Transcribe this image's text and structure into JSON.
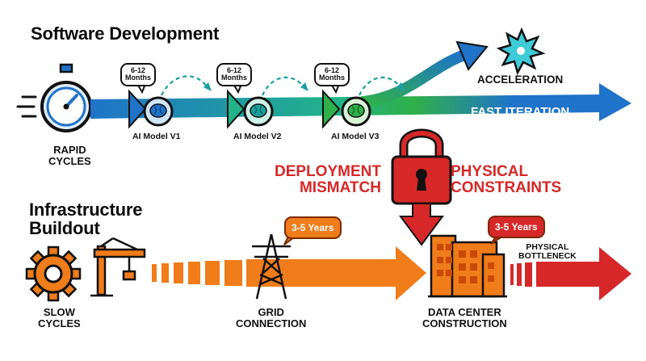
{
  "title_software": "Software Development",
  "title_infra": "Infrastructure\nBuildout",
  "rapid_cycles": "RAPID\nCYCLES",
  "slow_cycles": "SLOW\nCYCLES",
  "months_label": "6-12\nMonths",
  "models": [
    "AI Model V1",
    "AI Model V2",
    "AI Model V3"
  ],
  "acceleration": "ACCELERATION",
  "fast_iteration": "FAST ITERATION",
  "deployment_mismatch": "DEPLOYMENT\nMISMATCH",
  "physical_constraints": "PHYSICAL\nCONSTRAINTS",
  "years_label": "3-5 Years",
  "grid_connection": "GRID\nCONNECTION",
  "data_center": "DATA CENTER\nCONSTRUCTION",
  "physical_bottleneck": "PHYSICAL\nBOTTLENECK",
  "colors": {
    "blue": "#1f73c9",
    "teal": "#22b38a",
    "green": "#2fb04a",
    "orange": "#f07c1a",
    "red": "#d62828",
    "dark": "#111111"
  }
}
